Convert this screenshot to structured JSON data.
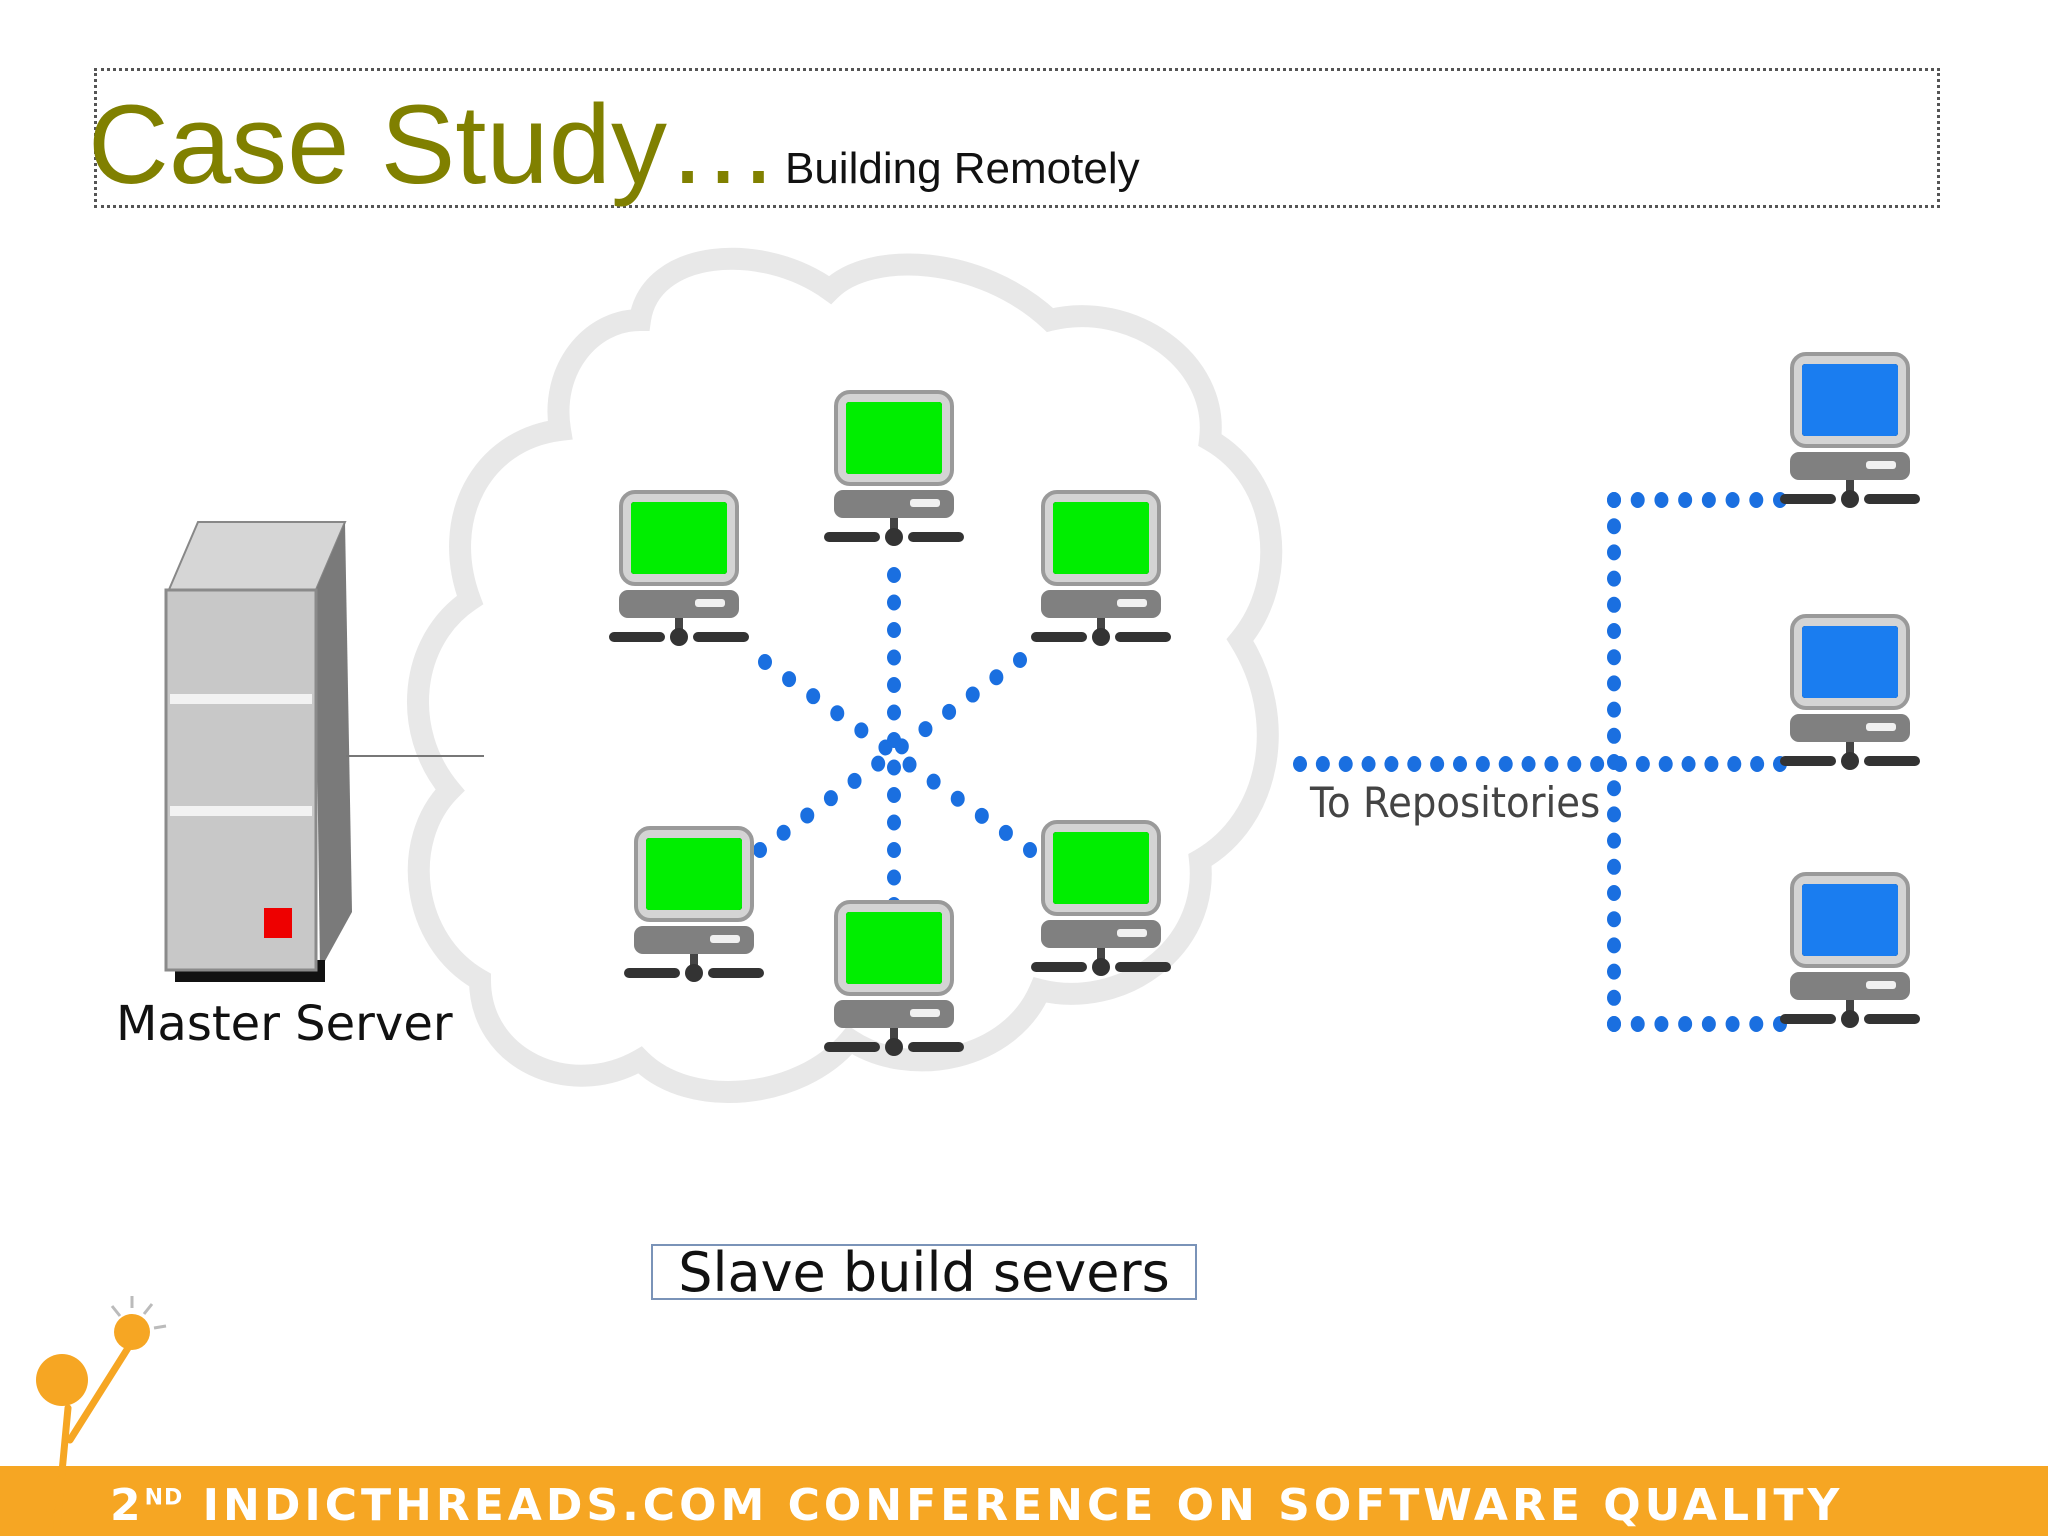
{
  "slide": {
    "title": "Case Study…",
    "subtitle": "Building Remotely"
  },
  "diagram": {
    "master_label": "Master Server",
    "repo_label": "To Repositories",
    "slave_label": "Slave build severs",
    "colors": {
      "slave_screen": "#00ee00",
      "repo_screen": "#1a7df0",
      "dots": "#1a6fe0",
      "server_body": "#c8c8c8",
      "server_led": "#ee0000"
    },
    "slave_count": 6,
    "repo_count": 3
  },
  "footer": {
    "ordinal": "2",
    "ordinal_suffix": "ND",
    "text": "INDICTHREADS.COM CONFERENCE ON SOFTWARE QUALITY",
    "color": "#f6a623"
  }
}
